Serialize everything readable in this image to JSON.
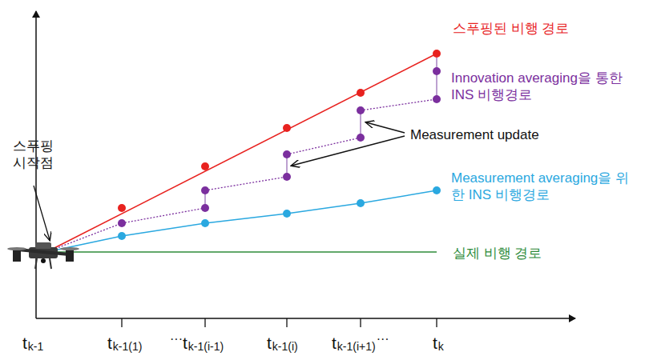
{
  "diagram": {
    "labels": [
      "스푸핑된 비행 경로",
      "Innovation averaging을 통한 INS 비행경로",
      "Measurement update",
      "스푸핑 시작점",
      "Measurement averaging을 위한 INS 비행경로",
      "실제 비행 경로",
      "t",
      "k-1",
      "t",
      "k-1(1)",
      "···",
      "t",
      "k-1(i-1)",
      "t",
      "k-1(i)",
      "t",
      "k-1(i+1)",
      "···",
      "t",
      "k"
    ]
  }
}
